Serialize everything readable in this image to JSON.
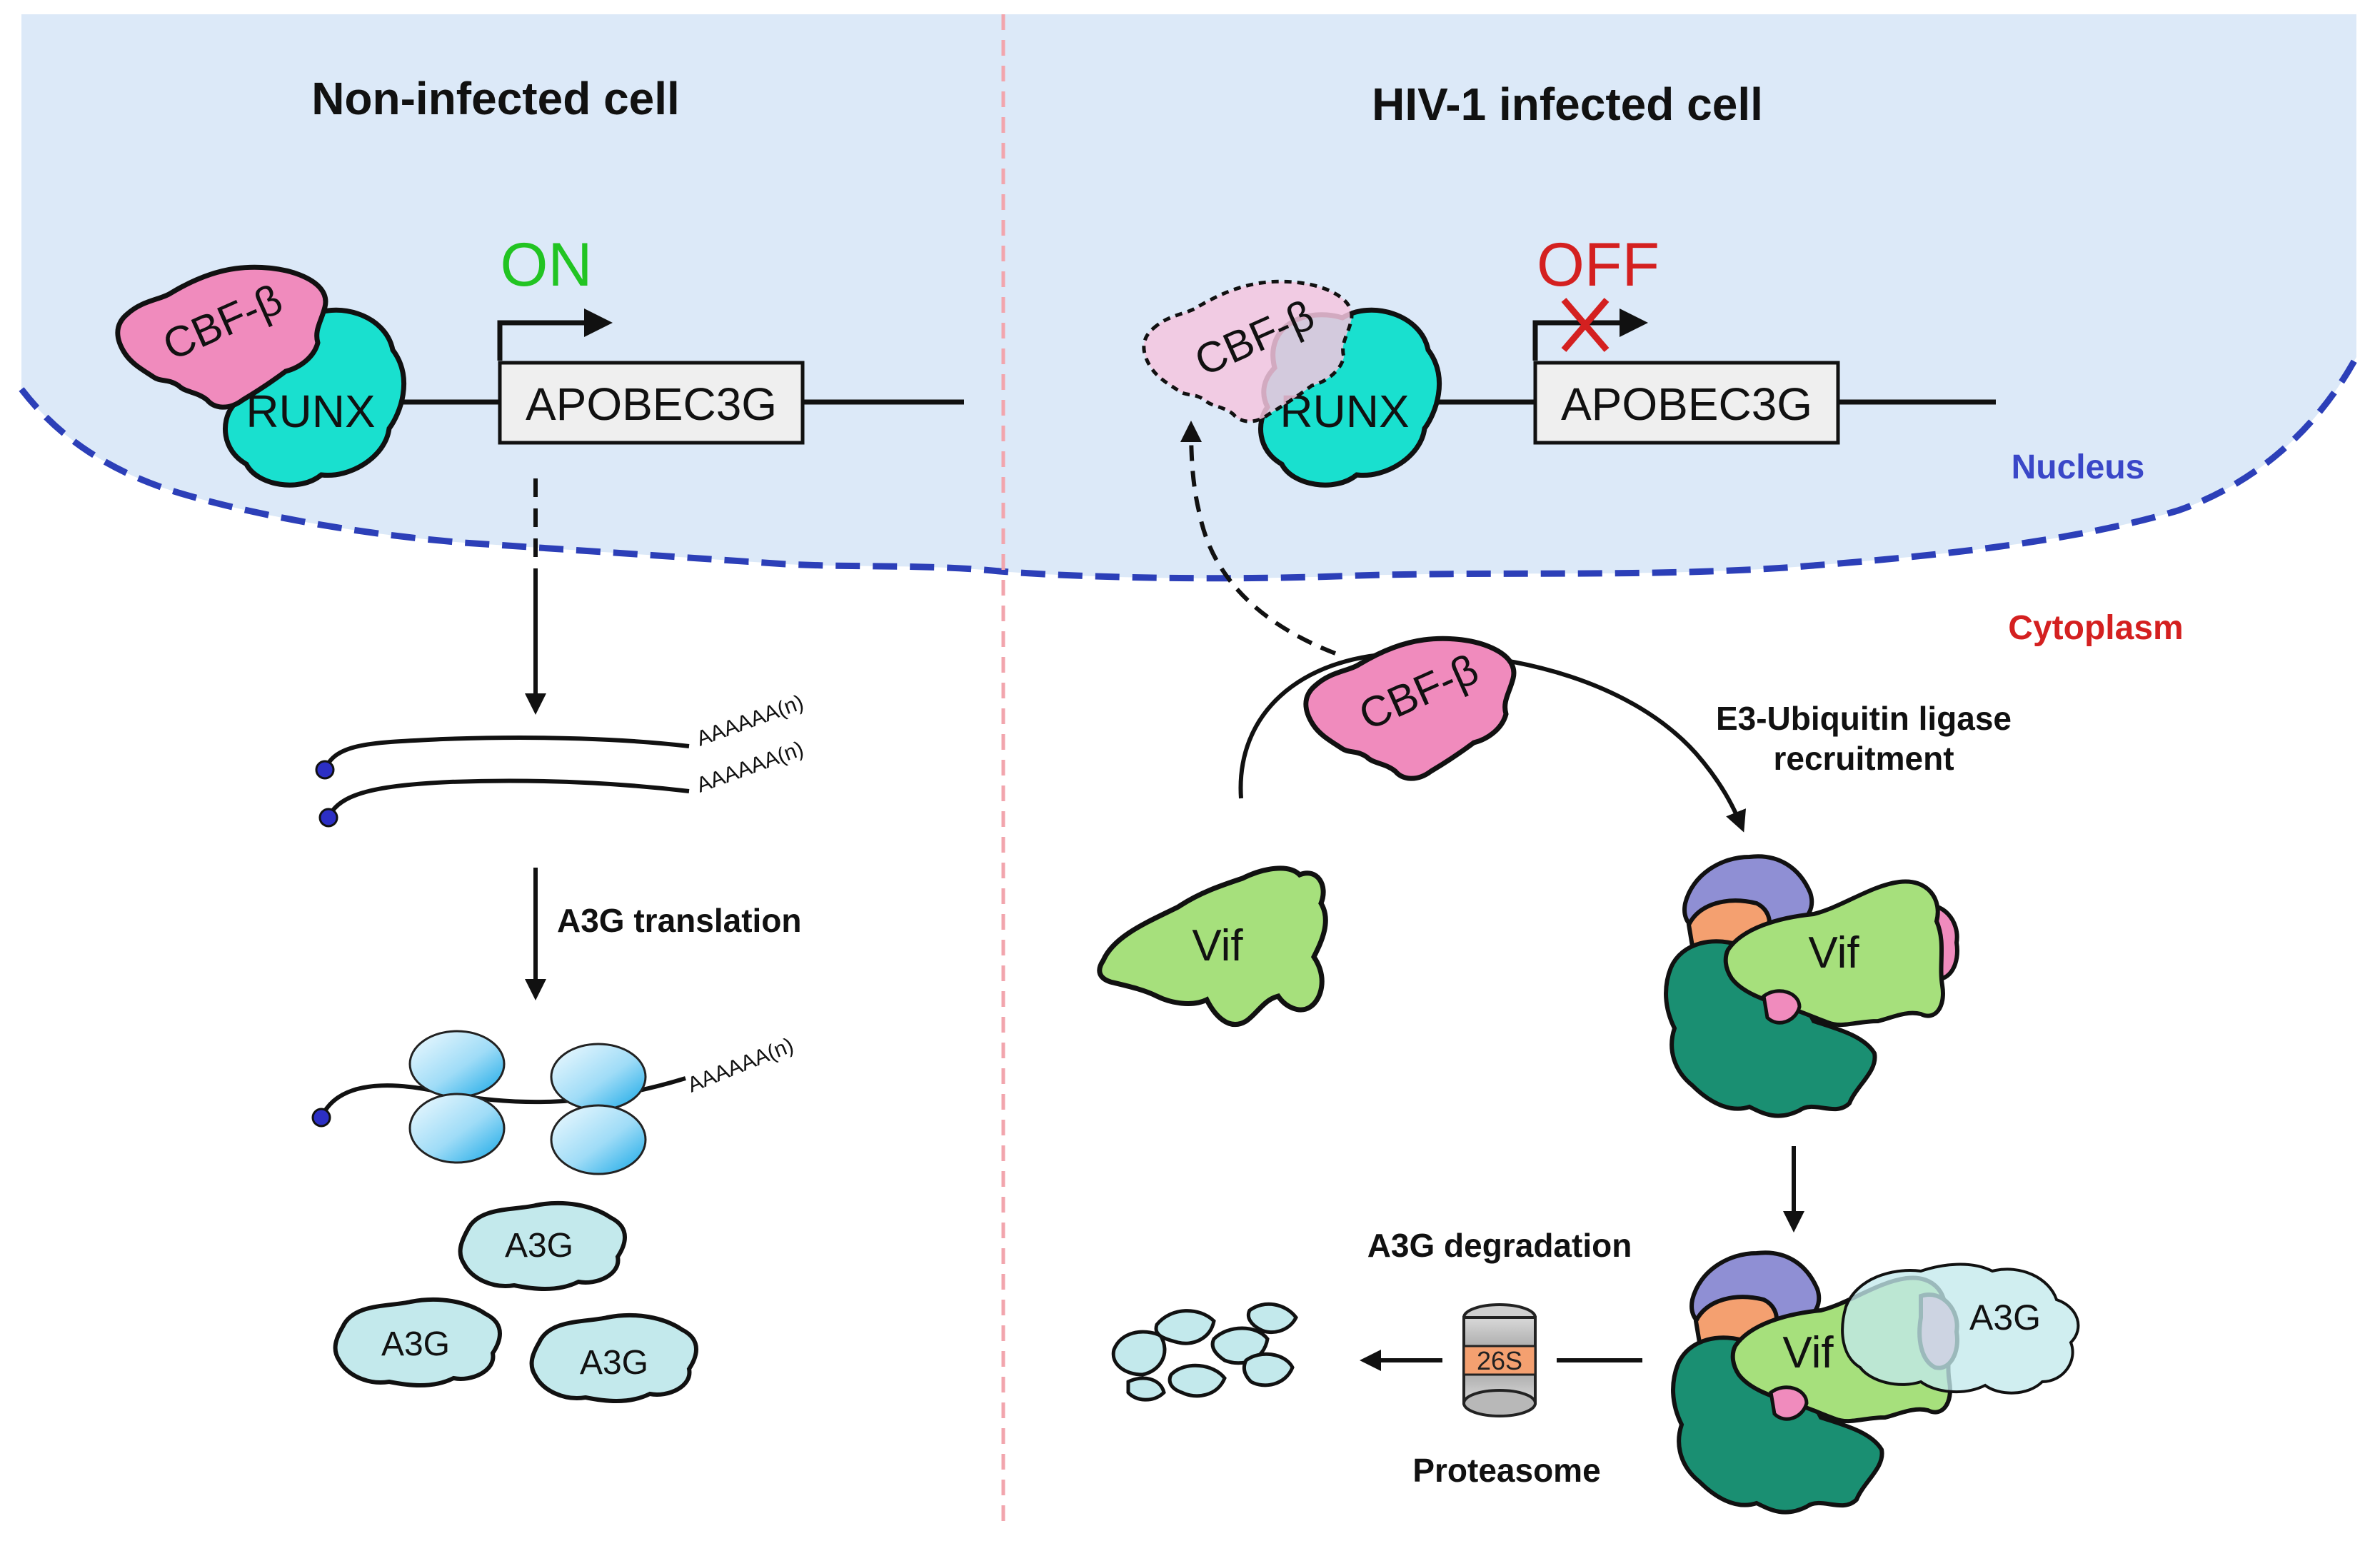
{
  "panels": {
    "left_title": "Non-infected cell",
    "right_title": "HIV-1 infected cell"
  },
  "compartments": {
    "nucleus": "Nucleus",
    "cytoplasm": "Cytoplasm"
  },
  "gene": {
    "name": "APOBEC3G",
    "state_on": "ON",
    "state_off": "OFF"
  },
  "proteins": {
    "cbf": "CBF-β",
    "runx": "RUNX",
    "vif": "Vif",
    "a3g": "A3G"
  },
  "mrna": {
    "polya": "AAAAAA(n)"
  },
  "steps": {
    "translation": "A3G translation",
    "recruitment_line1": "E3-Ubiquitin ligase",
    "recruitment_line2": "recruitment",
    "degradation": "A3G degradation",
    "proteasome": "Proteasome",
    "proteasome_label": "26S"
  },
  "colors": {
    "nucleus_fill": "#dce9f8",
    "nuclear_envelope": "#2c3fb8",
    "divider": "#f2a5ad",
    "cbf": "#f08bbd",
    "runx": "#19e0cf",
    "vif": "#a6e07c",
    "a3g": "#c3e9ec",
    "e3_teal": "#1a8f72",
    "e3_purple": "#8f8fd4",
    "e3_orange": "#f4a070",
    "on_green": "#22c422",
    "off_red": "#d42020",
    "nucleus_label": "#3a47c8",
    "cytoplasm_label": "#d42020"
  }
}
